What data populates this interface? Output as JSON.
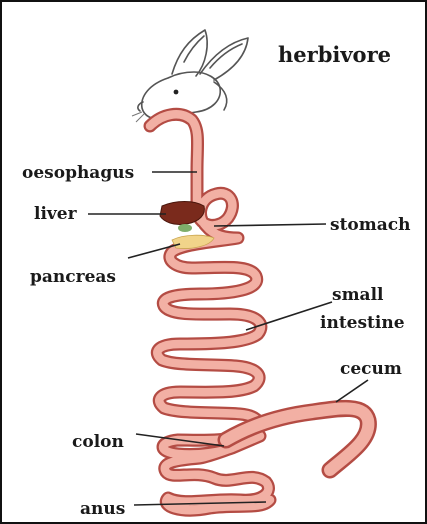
{
  "title": "herbivore",
  "labels": {
    "oesophagus": "oesophagus",
    "liver": "liver",
    "pancreas": "pancreas",
    "stomach": "stomach",
    "small_intestine_line1": "small",
    "small_intestine_line2": "intestine",
    "cecum": "cecum",
    "colon": "colon",
    "anus": "anus"
  },
  "colors": {
    "gut_fill": "#f2b0a4",
    "gut_outline": "#b44c44",
    "liver": "#7a2a1c",
    "pancreas": "#f1d48a",
    "gallbladder": "#7fae6a"
  },
  "icons": {
    "head": "rabbit-head-icon"
  }
}
